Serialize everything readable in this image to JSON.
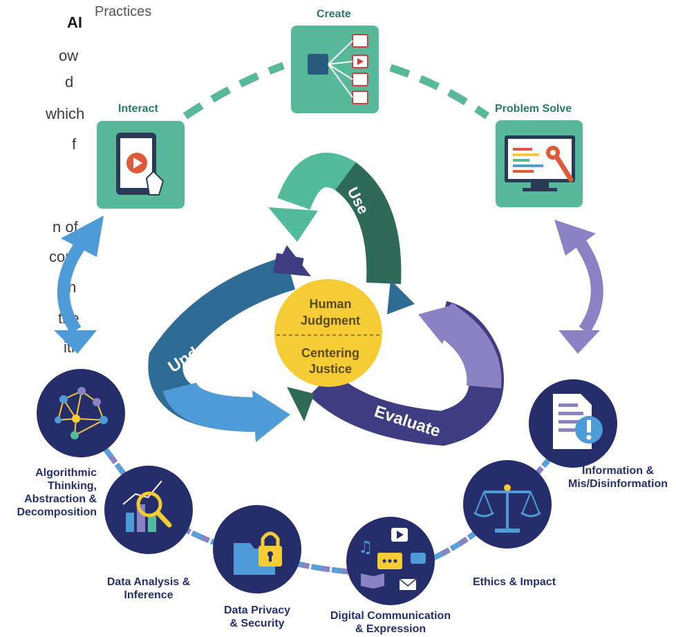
{
  "side_text": {
    "bold_line": "AI",
    "lines": [
      "ow",
      "d",
      "which",
      "f",
      "n of",
      "core",
      "th",
      "the",
      "ith"
    ]
  },
  "practices_label": "Practices",
  "practices": {
    "create": "Create",
    "interact": "Interact",
    "problem_solve": "Problem Solve"
  },
  "cycle": {
    "use": "Use",
    "understand": "Understand",
    "evaluate": "Evaluate"
  },
  "center": {
    "top": [
      "Human",
      "Judgment"
    ],
    "bottom": [
      "Centering",
      "Justice"
    ]
  },
  "topics": {
    "algorithmic": [
      "Algorithmic",
      "Thinking,",
      "Abstraction &",
      "Decomposition"
    ],
    "data_analysis": [
      "Data Analysis &",
      "Inference"
    ],
    "data_privacy": [
      "Data Privacy",
      "& Security"
    ],
    "digital_comm": [
      "Digital Communication",
      "& Expression"
    ],
    "ethics": [
      "Ethics & Impact"
    ],
    "information": [
      "Information &",
      "Mis/Disinformation"
    ]
  },
  "colors": {
    "practice_box": "#57b99a",
    "teal_text": "#2a7a68",
    "navy_circle": "#262d6b",
    "navy_text": "#25306e",
    "center_yellow": "#f5cc33",
    "arrow_green": "#52bb9b",
    "arrow_darkgreen": "#2d6b58",
    "arrow_blue": "#4d9cd8",
    "arrow_darkblue": "#2e6c96",
    "arrow_purple": "#8a82c4",
    "arrow_darkpurple": "#3e3d82"
  }
}
